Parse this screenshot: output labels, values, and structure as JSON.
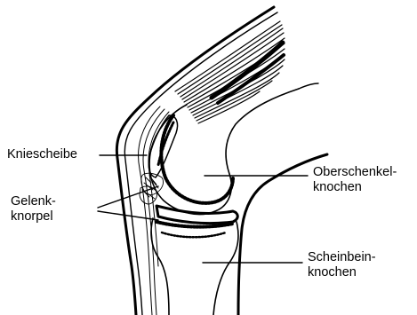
{
  "labels": {
    "kniescheibe": "Kniescheibe",
    "gelenkknorpel": [
      "Gelenk-",
      "knorpel"
    ],
    "oberschenkelknochen": [
      "Oberschenkel-",
      "knochen"
    ],
    "schienbeinknochen": [
      "Scheinbein-",
      "knochen"
    ]
  },
  "colors": {
    "line": "#000000",
    "background": "#ffffff"
  }
}
